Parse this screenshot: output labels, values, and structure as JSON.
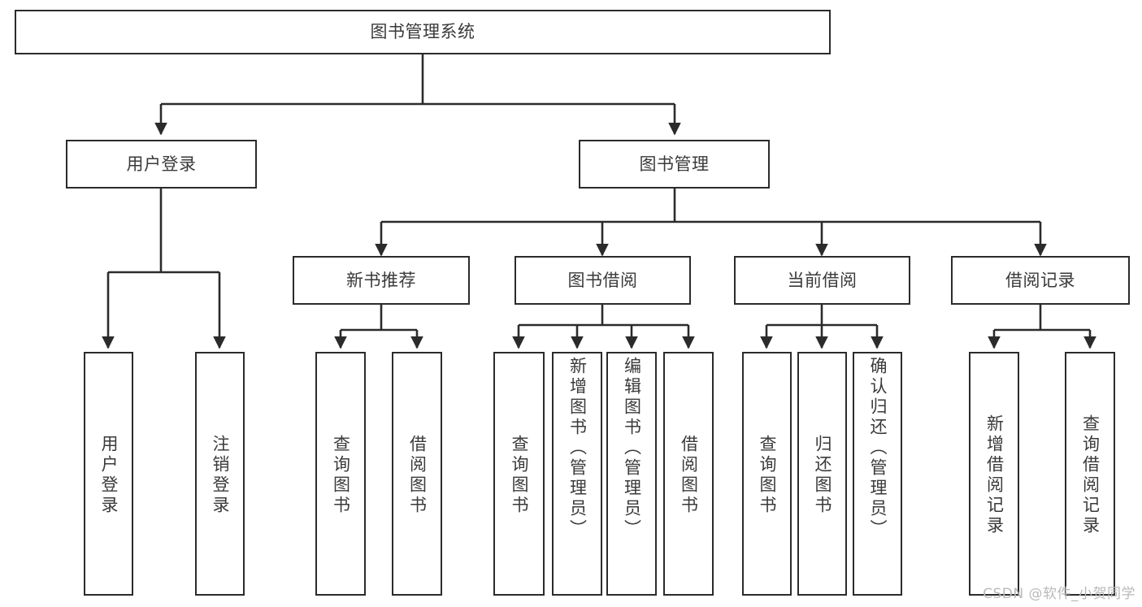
{
  "diagram": {
    "type": "tree-hierarchy",
    "title": "图书管理系统",
    "root": {
      "id": "root",
      "label": "图书管理系统"
    },
    "level2": [
      {
        "id": "user-login",
        "label": "用户登录"
      },
      {
        "id": "book-management",
        "label": "图书管理"
      }
    ],
    "level3": [
      {
        "id": "new-book-recommend",
        "label": "新书推荐",
        "parent": "book-management"
      },
      {
        "id": "book-borrow",
        "label": "图书借阅",
        "parent": "book-management"
      },
      {
        "id": "current-borrow",
        "label": "当前借阅",
        "parent": "book-management"
      },
      {
        "id": "borrow-record",
        "label": "借阅记录",
        "parent": "book-management"
      }
    ],
    "leaves": [
      {
        "id": "leaf-user-login",
        "label": "用户登录",
        "parent": "user-login",
        "align": "center"
      },
      {
        "id": "leaf-user-logout",
        "label": "注销登录",
        "parent": "user-login",
        "align": "center"
      },
      {
        "id": "leaf-query-book-1",
        "label": "查询图书",
        "parent": "new-book-recommend",
        "align": "center"
      },
      {
        "id": "leaf-borrow-book-1",
        "label": "借阅图书",
        "parent": "new-book-recommend",
        "align": "center"
      },
      {
        "id": "leaf-query-book-2",
        "label": "查询图书",
        "parent": "book-borrow",
        "align": "center"
      },
      {
        "id": "leaf-add-book",
        "label": "新增图书（管理员）",
        "parent": "book-borrow",
        "align": "top"
      },
      {
        "id": "leaf-edit-book",
        "label": "编辑图书（管理员）",
        "parent": "book-borrow",
        "align": "top"
      },
      {
        "id": "leaf-borrow-book-2",
        "label": "借阅图书",
        "parent": "book-borrow",
        "align": "center"
      },
      {
        "id": "leaf-query-book-3",
        "label": "查询图书",
        "parent": "current-borrow",
        "align": "center"
      },
      {
        "id": "leaf-return-book",
        "label": "归还图书",
        "parent": "current-borrow",
        "align": "center"
      },
      {
        "id": "leaf-confirm-return",
        "label": "确认归还（管理员）",
        "parent": "current-borrow",
        "align": "top"
      },
      {
        "id": "leaf-add-record",
        "label": "新增借阅记录",
        "parent": "borrow-record",
        "align": "center"
      },
      {
        "id": "leaf-query-record",
        "label": "查询借阅记录",
        "parent": "borrow-record",
        "align": "center"
      }
    ],
    "colors": {
      "stroke": "#2b2b2b",
      "text": "#3a3a3a",
      "background": "#ffffff",
      "watermark": "#b9b9b9"
    }
  },
  "watermark": {
    "text": "CSDN @软件_小贺同学"
  }
}
